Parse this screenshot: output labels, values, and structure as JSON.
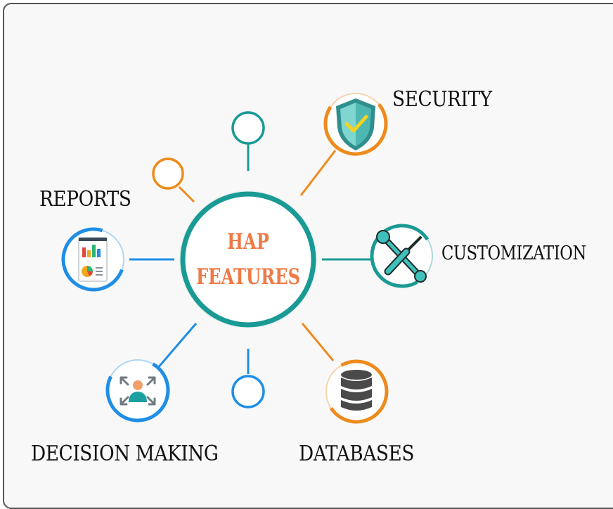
{
  "center": {
    "line1": "HAP",
    "line2": "FEATURES"
  },
  "features": {
    "security": "SECURITY",
    "reports": "REPORTS",
    "customization": "CUSTOMIZATION",
    "decision_making": "DECISION MAKING",
    "databases": "DATABASES"
  },
  "colors": {
    "teal": "#1a9a94",
    "orange": "#ee8b1e",
    "blue": "#1f8ee6",
    "center_text": "#ef7a47",
    "frame_border": "#555555",
    "background": "#f8f8f8"
  },
  "icons": {
    "security": "shield-check-icon",
    "reports": "report-chart-icon",
    "customization": "wrench-screwdriver-icon",
    "decision_making": "person-expand-icon",
    "databases": "database-icon"
  }
}
